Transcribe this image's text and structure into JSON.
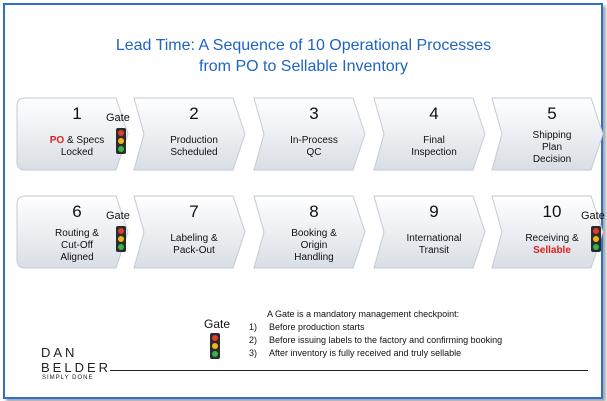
{
  "title_line1": "Lead Time: A Sequence of 10 Operational Processes",
  "title_line2": "from PO to Sellable Inventory",
  "gate_label": "Gate",
  "steps": [
    {
      "num": "1",
      "label_pre": "",
      "label_red": "PO",
      "label_post": " & Specs\nLocked",
      "gate": true
    },
    {
      "num": "2",
      "label": "Production\nScheduled"
    },
    {
      "num": "3",
      "label": "In-Process\nQC"
    },
    {
      "num": "4",
      "label": "Final\nInspection"
    },
    {
      "num": "5",
      "label": "Shipping\nPlan\nDecision"
    },
    {
      "num": "6",
      "label": "Routing &\nCut-Off\nAligned",
      "gate": true
    },
    {
      "num": "7",
      "label": "Labeling &\nPack-Out"
    },
    {
      "num": "8",
      "label": "Booking &\nOrigin\nHandling"
    },
    {
      "num": "9",
      "label": "International\nTransit"
    },
    {
      "num": "10",
      "label_pre": "Receiving &\n",
      "label_red": "Sellable",
      "label_post": "",
      "gate": true
    }
  ],
  "legend": {
    "gate_label": "Gate",
    "title": "A Gate is a mandatory management checkpoint:",
    "items": [
      {
        "n": "1)",
        "text": "Before production starts"
      },
      {
        "n": "2)",
        "text": "Before issuing labels to the factory and confirming booking"
      },
      {
        "n": "3)",
        "text": "After inventory is fully received and truly sellable"
      }
    ]
  },
  "logo": {
    "line1": "DAN",
    "line2": "BELDER",
    "tagline": "SIMPLY DONE"
  },
  "colors": {
    "title": "#1f63c4",
    "frame": "#2e6fcf",
    "highlight": "#e0201b",
    "shape_fill_top": "#ffffff",
    "shape_fill_bottom": "#d9dee6"
  }
}
